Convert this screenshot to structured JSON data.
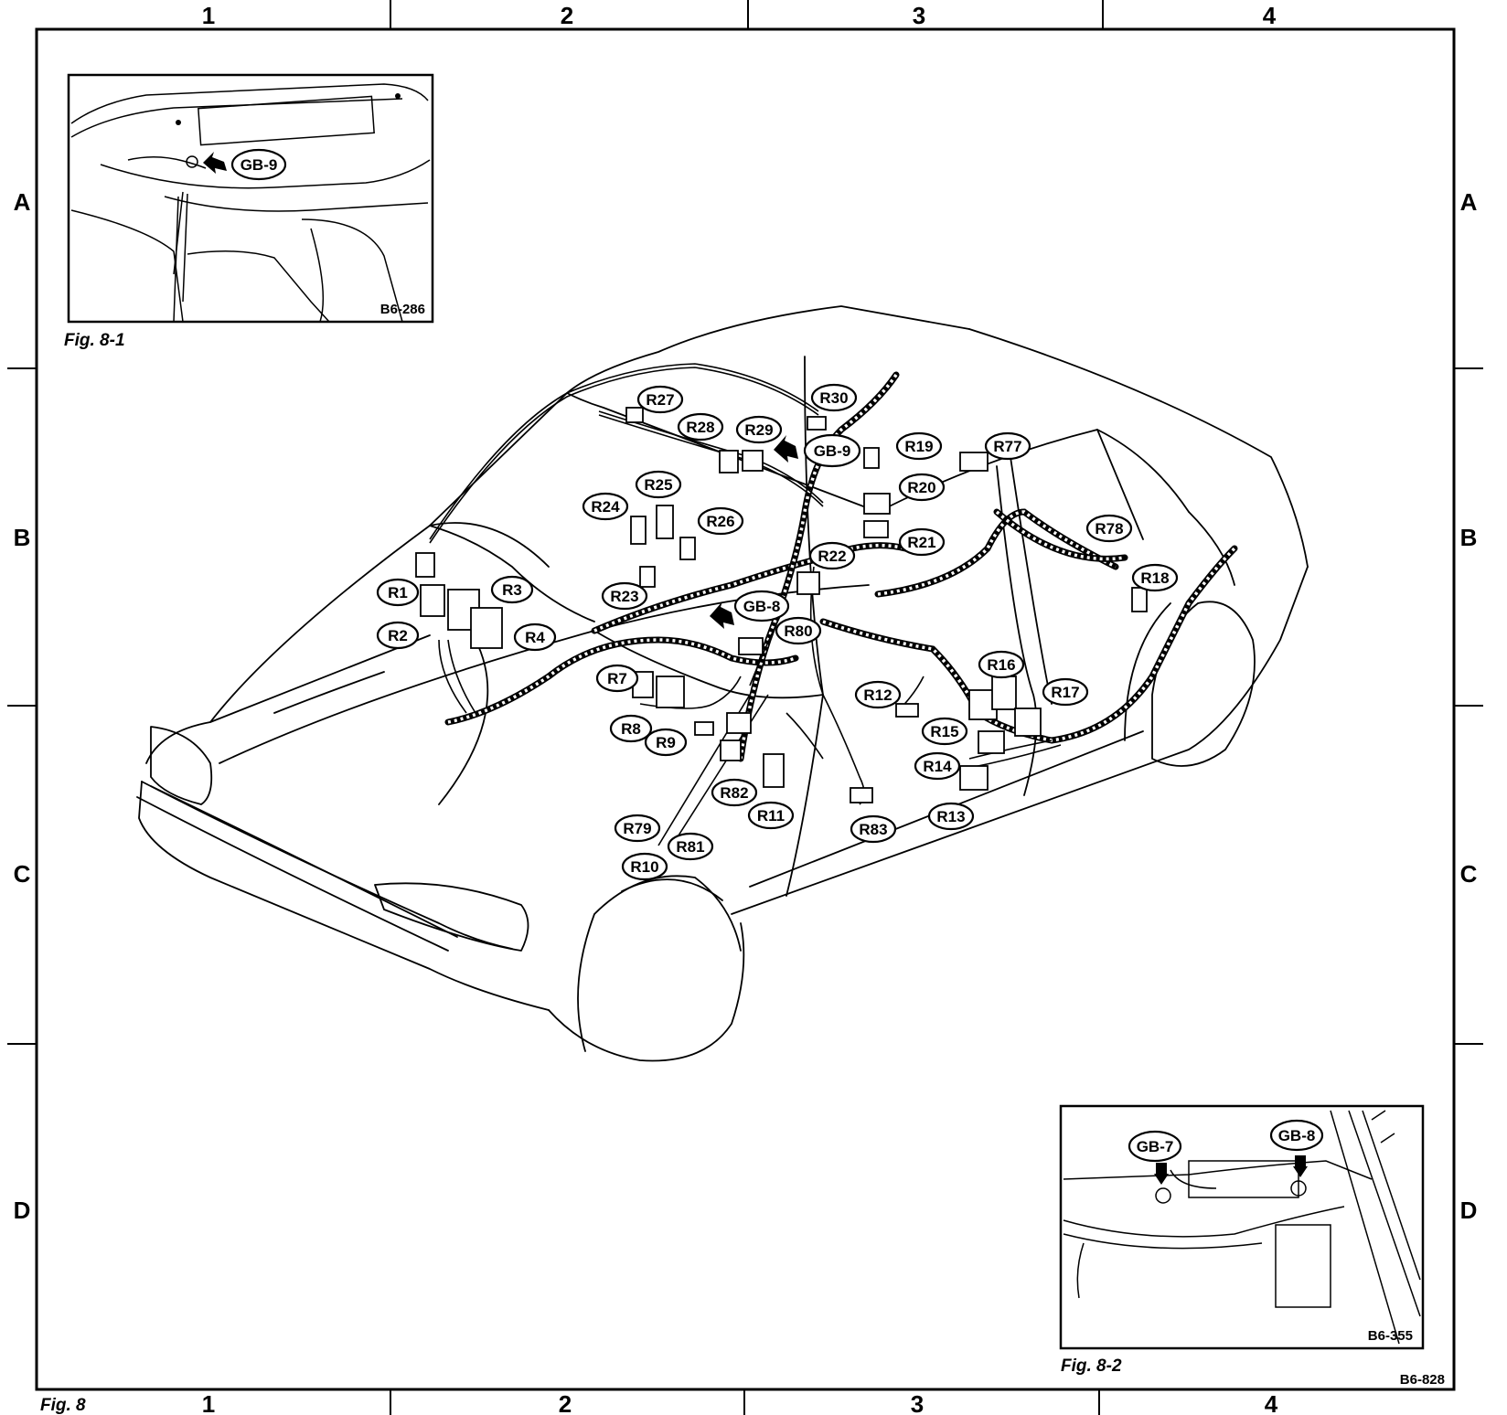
{
  "grid": {
    "columns": [
      "1",
      "2",
      "3",
      "4"
    ],
    "rows": [
      "A",
      "B",
      "C",
      "D"
    ]
  },
  "figure": {
    "main_label": "Fig. 8",
    "main_code": "B6-828"
  },
  "inset_top": {
    "label": "Fig. 8-1",
    "code": "B6-286",
    "callouts": [
      {
        "text": "GB-9"
      }
    ]
  },
  "inset_bottom": {
    "label": "Fig. 8-2",
    "code": "B6-355",
    "callouts": [
      {
        "text": "GB-7"
      },
      {
        "text": "GB-8"
      }
    ]
  },
  "callouts": [
    {
      "id": "R1",
      "text": "R1"
    },
    {
      "id": "R2",
      "text": "R2"
    },
    {
      "id": "R3",
      "text": "R3"
    },
    {
      "id": "R4",
      "text": "R4"
    },
    {
      "id": "R7",
      "text": "R7"
    },
    {
      "id": "R8",
      "text": "R8"
    },
    {
      "id": "R9",
      "text": "R9"
    },
    {
      "id": "R10",
      "text": "R10"
    },
    {
      "id": "R11",
      "text": "R11"
    },
    {
      "id": "R12",
      "text": "R12"
    },
    {
      "id": "R13",
      "text": "R13"
    },
    {
      "id": "R14",
      "text": "R14"
    },
    {
      "id": "R15",
      "text": "R15"
    },
    {
      "id": "R16",
      "text": "R16"
    },
    {
      "id": "R17",
      "text": "R17"
    },
    {
      "id": "R18",
      "text": "R18"
    },
    {
      "id": "R19",
      "text": "R19"
    },
    {
      "id": "R20",
      "text": "R20"
    },
    {
      "id": "R21",
      "text": "R21"
    },
    {
      "id": "R22",
      "text": "R22"
    },
    {
      "id": "R23",
      "text": "R23"
    },
    {
      "id": "R24",
      "text": "R24"
    },
    {
      "id": "R25",
      "text": "R25"
    },
    {
      "id": "R26",
      "text": "R26"
    },
    {
      "id": "R27",
      "text": "R27"
    },
    {
      "id": "R28",
      "text": "R28"
    },
    {
      "id": "R29",
      "text": "R29"
    },
    {
      "id": "R30",
      "text": "R30"
    },
    {
      "id": "R77",
      "text": "R77"
    },
    {
      "id": "R78",
      "text": "R78"
    },
    {
      "id": "R79",
      "text": "R79"
    },
    {
      "id": "R80",
      "text": "R80"
    },
    {
      "id": "R81",
      "text": "R81"
    },
    {
      "id": "R82",
      "text": "R82"
    },
    {
      "id": "R83",
      "text": "R83"
    },
    {
      "id": "GB-8",
      "text": "GB-8"
    },
    {
      "id": "GB-9",
      "text": "GB-9"
    }
  ]
}
